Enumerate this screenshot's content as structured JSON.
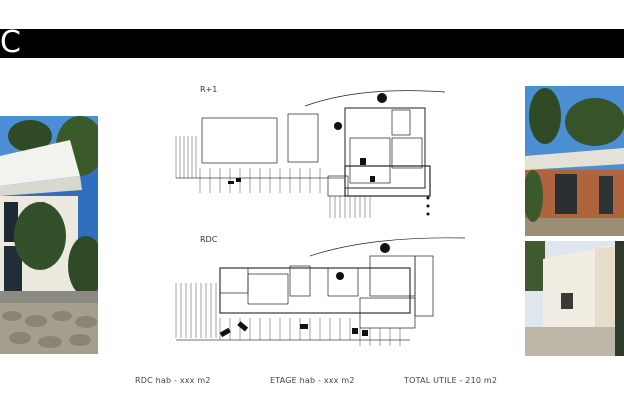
{
  "header": {
    "title": "C"
  },
  "plans": {
    "upper_label": "R+1",
    "ground_label": "RDC"
  },
  "footer": {
    "rdc_area": "RDC hab - xxx m2",
    "floor_area": "ETAGE hab - xxx m2",
    "total_area": "TOTAL UTILE - 210 m2"
  },
  "colors": {
    "title_bar": "#000000",
    "background": "#ffffff",
    "sky": "#3f86cf",
    "foliage": "#3e5a2e"
  }
}
